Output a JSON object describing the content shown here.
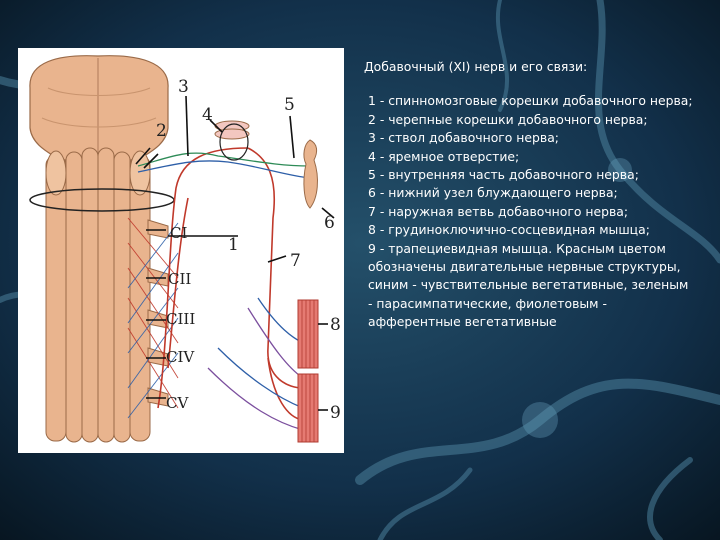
{
  "figure": {
    "labels": {
      "n1": "1",
      "n2": "2",
      "n3": "3",
      "n4": "4",
      "n5": "5",
      "n6": "6",
      "n7": "7",
      "n8": "8",
      "n9": "9"
    },
    "cervical": {
      "c1": "CI",
      "c2": "CII",
      "c3": "CIII",
      "c4": "CIV",
      "c5": "CV"
    }
  },
  "caption": {
    "title": "Добавочный (XI) нерв и его связи:",
    "items": [
      "1 - спинномозговые корешки добавочного нерва;",
      "2 - черепные корешки добавочного нерва;",
      "3 - ствол добавочного нерва;",
      "4 - яремное отверстие;",
      "5 - внутренняя часть добавочного нерва;",
      "6 - нижний узел блуждающего нерва;",
      "7 - наружная ветвь добавочного нерва;",
      "8 - грудиноключично-сосцевидная мышца;",
      "9 - трапециевидная мышца. Красным цветом обозначены двигательные нервные структуры, синим - чувствительные вегетативные, зеленым - парасимпатические, фиолетовым - афферентные вегетативные"
    ]
  },
  "colors": {
    "motor": "#c0392b",
    "sensory": "#2e5fa8",
    "parasympathetic": "#2e8b57",
    "afferent": "#7b4f9e",
    "tissue": "#e9b48e"
  }
}
